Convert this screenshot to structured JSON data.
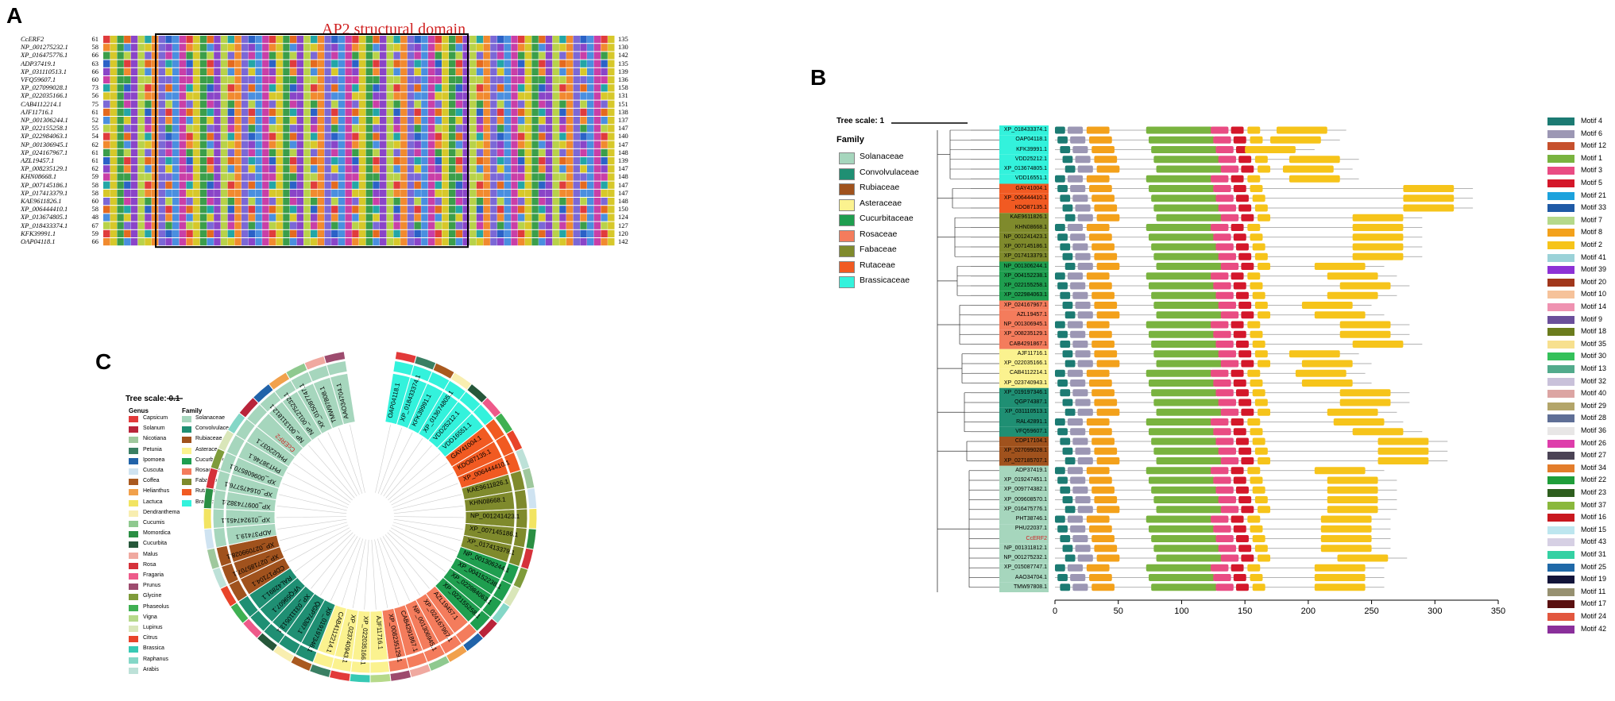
{
  "panels": {
    "a": "A",
    "b": "B",
    "c": "C"
  },
  "panel_a": {
    "header": "AP2 structural domain",
    "sequences": [
      {
        "name": "CcERF2",
        "start": "61",
        "end": "135"
      },
      {
        "name": "NP_001275232.1",
        "start": "58",
        "end": "130"
      },
      {
        "name": "XP_016475776.1",
        "start": "66",
        "end": "142"
      },
      {
        "name": "ADP37419.1",
        "start": "63",
        "end": "135"
      },
      {
        "name": "XP_031110513.1",
        "start": "66",
        "end": "139"
      },
      {
        "name": "VFQ59607.1",
        "start": "60",
        "end": "136"
      },
      {
        "name": "XP_027099028.1",
        "start": "73",
        "end": "158"
      },
      {
        "name": "XP_022035166.1",
        "start": "56",
        "end": "131"
      },
      {
        "name": "CAB4112214.1",
        "start": "75",
        "end": "151"
      },
      {
        "name": "AJF11716.1",
        "start": "61",
        "end": "138"
      },
      {
        "name": "NP_001306244.1",
        "start": "52",
        "end": "137"
      },
      {
        "name": "XP_022155258.1",
        "start": "55",
        "end": "147"
      },
      {
        "name": "XP_022984063.1",
        "start": "54",
        "end": "140"
      },
      {
        "name": "NP_001306945.1",
        "start": "62",
        "end": "147"
      },
      {
        "name": "XP_024167967.1",
        "start": "61",
        "end": "148"
      },
      {
        "name": "AZL19457.1",
        "start": "61",
        "end": "139"
      },
      {
        "name": "XP_008235129.1",
        "start": "62",
        "end": "147"
      },
      {
        "name": "KHN08668.1",
        "start": "59",
        "end": "148"
      },
      {
        "name": "XP_007145186.1",
        "start": "58",
        "end": "147"
      },
      {
        "name": "XP_017413379.1",
        "start": "58",
        "end": "147"
      },
      {
        "name": "KAE9611826.1",
        "start": "60",
        "end": "148"
      },
      {
        "name": "XP_006444410.1",
        "start": "58",
        "end": "150"
      },
      {
        "name": "XP_013674805.1",
        "start": "48",
        "end": "124"
      },
      {
        "name": "XP_018433374.1",
        "start": "67",
        "end": "127"
      },
      {
        "name": "KFK39991.1",
        "start": "59",
        "end": "120"
      },
      {
        "name": "OAP04118.1",
        "start": "66",
        "end": "142"
      }
    ]
  },
  "panel_b": {
    "tree_scale": "Tree scale: 1",
    "family_title": "Family",
    "families": [
      {
        "name": "Solanaceae",
        "color": "#a6d6bd"
      },
      {
        "name": "Convolvulaceae",
        "color": "#1f8f73"
      },
      {
        "name": "Rubiaceae",
        "color": "#a0521d"
      },
      {
        "name": "Asteraceae",
        "color": "#fbf28f"
      },
      {
        "name": "Cucurbitaceae",
        "color": "#1f9e4f"
      },
      {
        "name": "Rosaceae",
        "color": "#f47c5c"
      },
      {
        "name": "Fabaceae",
        "color": "#7f8a2c"
      },
      {
        "name": "Rutaceae",
        "color": "#f15a22"
      },
      {
        "name": "Brassicaceae",
        "color": "#33f2dc"
      }
    ],
    "taxa": [
      {
        "name": "XP_018433374.1",
        "fam": 8
      },
      {
        "name": "OAP04118.1",
        "fam": 8
      },
      {
        "name": "KFK39991.1",
        "fam": 8
      },
      {
        "name": "VDD25212.1",
        "fam": 8
      },
      {
        "name": "XP_013674805.1",
        "fam": 8
      },
      {
        "name": "VDD16551.1",
        "fam": 8
      },
      {
        "name": "GAY41004.1",
        "fam": 7
      },
      {
        "name": "XP_006444410.1",
        "fam": 7
      },
      {
        "name": "KDO87135.1",
        "fam": 7
      },
      {
        "name": "KAE9611826.1",
        "fam": 6
      },
      {
        "name": "KHN08668.1",
        "fam": 6
      },
      {
        "name": "NP_001241423.1",
        "fam": 6
      },
      {
        "name": "XP_007145186.1",
        "fam": 6
      },
      {
        "name": "XP_017413379.1",
        "fam": 6
      },
      {
        "name": "NP_001306244.1",
        "fam": 4
      },
      {
        "name": "XP_004152238.1",
        "fam": 4
      },
      {
        "name": "XP_022155258.1",
        "fam": 4
      },
      {
        "name": "XP_022984063.1",
        "fam": 4
      },
      {
        "name": "XP_024167967.1",
        "fam": 5
      },
      {
        "name": "AZL19457.1",
        "fam": 5
      },
      {
        "name": "NP_001306945.1",
        "fam": 5
      },
      {
        "name": "XP_008235129.1",
        "fam": 5
      },
      {
        "name": "CAB4291867.1",
        "fam": 5
      },
      {
        "name": "AJF11716.1",
        "fam": 3
      },
      {
        "name": "XP_022035166.1",
        "fam": 3
      },
      {
        "name": "CAB4112214.1",
        "fam": 3
      },
      {
        "name": "XP_023740943.1",
        "fam": 3
      },
      {
        "name": "XP_019197346.1",
        "fam": 1
      },
      {
        "name": "QGP74387.1",
        "fam": 1
      },
      {
        "name": "XP_031110513.1",
        "fam": 1
      },
      {
        "name": "RAL42891.1",
        "fam": 1
      },
      {
        "name": "VFQ59607.1",
        "fam": 1
      },
      {
        "name": "CDP17104.1",
        "fam": 2
      },
      {
        "name": "XP_027099028.1",
        "fam": 2
      },
      {
        "name": "XP_027185707.1",
        "fam": 2
      },
      {
        "name": "ADP37419.1",
        "fam": 0
      },
      {
        "name": "XP_019247451.1",
        "fam": 0
      },
      {
        "name": "XP_009774382.1",
        "fam": 0
      },
      {
        "name": "XP_009608570.1",
        "fam": 0
      },
      {
        "name": "XP_016475776.1",
        "fam": 0
      },
      {
        "name": "PHT38746.1",
        "fam": 0
      },
      {
        "name": "PHU22037.1",
        "fam": 0
      },
      {
        "name": "CcERF2",
        "fam": 0
      },
      {
        "name": "NP_001311812.1",
        "fam": 0
      },
      {
        "name": "NP_001275232.1",
        "fam": 0
      },
      {
        "name": "XP_015087747.1",
        "fam": 0
      },
      {
        "name": "AAO34704.1",
        "fam": 0
      },
      {
        "name": "TMW97808.1",
        "fam": 0
      }
    ],
    "motifs": [
      {
        "name": "Motif 4",
        "color": "#1c7b73"
      },
      {
        "name": "Motif 6",
        "color": "#9c97b4"
      },
      {
        "name": "Motif 12",
        "color": "#c6502d"
      },
      {
        "name": "Motif 1",
        "color": "#79b33f"
      },
      {
        "name": "Motif 3",
        "color": "#e94c83"
      },
      {
        "name": "Motif 5",
        "color": "#d4172a"
      },
      {
        "name": "Motif 21",
        "color": "#1ca2dd"
      },
      {
        "name": "Motif 33",
        "color": "#1f5aa6"
      },
      {
        "name": "Motif 7",
        "color": "#b5d98a"
      },
      {
        "name": "Motif 8",
        "color": "#f3a11b"
      },
      {
        "name": "Motif 2",
        "color": "#f6c41a"
      },
      {
        "name": "Motif 41",
        "color": "#9bd2d8"
      },
      {
        "name": "Motif 39",
        "color": "#8d32d6"
      },
      {
        "name": "Motif 20",
        "color": "#a1371c"
      },
      {
        "name": "Motif 10",
        "color": "#f6c29a"
      },
      {
        "name": "Motif 14",
        "color": "#ef92b1"
      },
      {
        "name": "Motif 9",
        "color": "#6b4f9b"
      },
      {
        "name": "Motif 18",
        "color": "#6b7c1d"
      },
      {
        "name": "Motif 35",
        "color": "#f7e08e"
      },
      {
        "name": "Motif 30",
        "color": "#34c15a"
      },
      {
        "name": "Motif 13",
        "color": "#52ab8c"
      },
      {
        "name": "Motif 32",
        "color": "#c9c1da"
      },
      {
        "name": "Motif 40",
        "color": "#dca5a3"
      },
      {
        "name": "Motif 29",
        "color": "#b3a56a"
      },
      {
        "name": "Motif 28",
        "color": "#5f6f96"
      },
      {
        "name": "Motif 36",
        "color": "#e8e6e6"
      },
      {
        "name": "Motif 26",
        "color": "#de3dab"
      },
      {
        "name": "Motif 27",
        "color": "#4b4355"
      },
      {
        "name": "Motif 34",
        "color": "#e37d2b"
      },
      {
        "name": "Motif 22",
        "color": "#1f9e3a"
      },
      {
        "name": "Motif 23",
        "color": "#2e5e1e"
      },
      {
        "name": "Motif 37",
        "color": "#8ab83c"
      },
      {
        "name": "Motif 16",
        "color": "#c9181f"
      },
      {
        "name": "Motif 15",
        "color": "#bde6ef"
      },
      {
        "name": "Motif 43",
        "color": "#d6d0e4"
      },
      {
        "name": "Motif 31",
        "color": "#34d1a3"
      },
      {
        "name": "Motif 25",
        "color": "#1f69a8"
      },
      {
        "name": "Motif 19",
        "color": "#12143a"
      },
      {
        "name": "Motif 11",
        "color": "#979171"
      },
      {
        "name": "Motif 17",
        "color": "#5a1010"
      },
      {
        "name": "Motif 24",
        "color": "#e2573f"
      },
      {
        "name": "Motif 42",
        "color": "#8a2f9b"
      }
    ],
    "axis_ticks": [
      "0",
      "50",
      "100",
      "150",
      "200",
      "250",
      "300",
      "350"
    ]
  },
  "panel_c": {
    "tree_scale": "Tree scale: 0.1",
    "genus_title": "Genus",
    "family_title": "Family",
    "genera": [
      {
        "name": "Capsicum",
        "color": "#e23a3a"
      },
      {
        "name": "Solanum",
        "color": "#b9243a"
      },
      {
        "name": "Nicotiana",
        "color": "#9fc89d"
      },
      {
        "name": "Petunia",
        "color": "#3a7f63"
      },
      {
        "name": "Ipomoea",
        "color": "#2163a9"
      },
      {
        "name": "Cuscuta",
        "color": "#cfe3f1"
      },
      {
        "name": "Coffea",
        "color": "#a9591f"
      },
      {
        "name": "Helianthus",
        "color": "#f1a14c"
      },
      {
        "name": "Lactuca",
        "color": "#f2e462"
      },
      {
        "name": "Dendranthema",
        "color": "#f8eeb0"
      },
      {
        "name": "Cucumis",
        "color": "#8fc98f"
      },
      {
        "name": "Momordica",
        "color": "#2a8f43"
      },
      {
        "name": "Cucurbita",
        "color": "#26573a"
      },
      {
        "name": "Malus",
        "color": "#f0a9a0"
      },
      {
        "name": "Rosa",
        "color": "#d5313a"
      },
      {
        "name": "Fragaria",
        "color": "#ee5a8a"
      },
      {
        "name": "Prunus",
        "color": "#9d4b6e"
      },
      {
        "name": "Glycine",
        "color": "#7e9b3a"
      },
      {
        "name": "Phaseolus",
        "color": "#3fb052"
      },
      {
        "name": "Vigna",
        "color": "#b6d98a"
      },
      {
        "name": "Lupinus",
        "color": "#d9e6b9"
      },
      {
        "name": "Citrus",
        "color": "#e8442a"
      },
      {
        "name": "Brassica",
        "color": "#37c9b4"
      },
      {
        "name": "Raphanus",
        "color": "#84d7c7"
      },
      {
        "name": "Arabis",
        "color": "#bde1d8"
      }
    ],
    "families": [
      {
        "name": "Solanaceae",
        "color": "#a6d6bd"
      },
      {
        "name": "Convolvulaceae",
        "color": "#1f8f73"
      },
      {
        "name": "Rubiaceae",
        "color": "#a0521d"
      },
      {
        "name": "Asteraceae",
        "color": "#fbf28f"
      },
      {
        "name": "Cucurbitaceae",
        "color": "#1f9e4f"
      },
      {
        "name": "Rosaceae",
        "color": "#f47c5c"
      },
      {
        "name": "Fabaceae",
        "color": "#7f8a2c"
      },
      {
        "name": "Rutaceae",
        "color": "#f15a22"
      },
      {
        "name": "Brassicaceae",
        "color": "#33f2dc"
      }
    ],
    "leaves": [
      "OAP04118.1",
      "XP_018433374.1",
      "KFK39991.1",
      "XP_013674805.1",
      "VDD25212.1",
      "VDD16551.1",
      "GAY41004.1",
      "KDO87135.1",
      "XP_006444410.1",
      "KAE9611826.1",
      "KHN08668.1",
      "NP_001241423.1",
      "XP_007145186.1",
      "XP_017413379.1",
      "NP_001306244.1",
      "XP_004152238.1",
      "XP_022984063.1",
      "XP_022155258.1",
      "AZL19457.1",
      "XP_024167967.1",
      "NP_001306945.1",
      "CAB4291867.1",
      "XP_008235129.1",
      "AJF11716.1",
      "XP_022035166.1",
      "XP_023740943.1",
      "CAB4112214.1",
      "XP_019197346.1",
      "QGP74387.1",
      "XP_031110513.1",
      "VFQ59607.1",
      "RAL42891.1",
      "CDP17104.1",
      "XP_027185707.1",
      "XP_027099028.1",
      "ADP37419.1",
      "XP_019247451.1",
      "XP_009774382.1",
      "XP_016475776.1",
      "XP_009608570.1",
      "PHT38746.1",
      "PHU22037.1",
      "CcERF2",
      "NP_001311812.1",
      "NP_001275232.1",
      "XP_015087747.1",
      "TMW97808.1",
      "AAO34704.1"
    ]
  }
}
